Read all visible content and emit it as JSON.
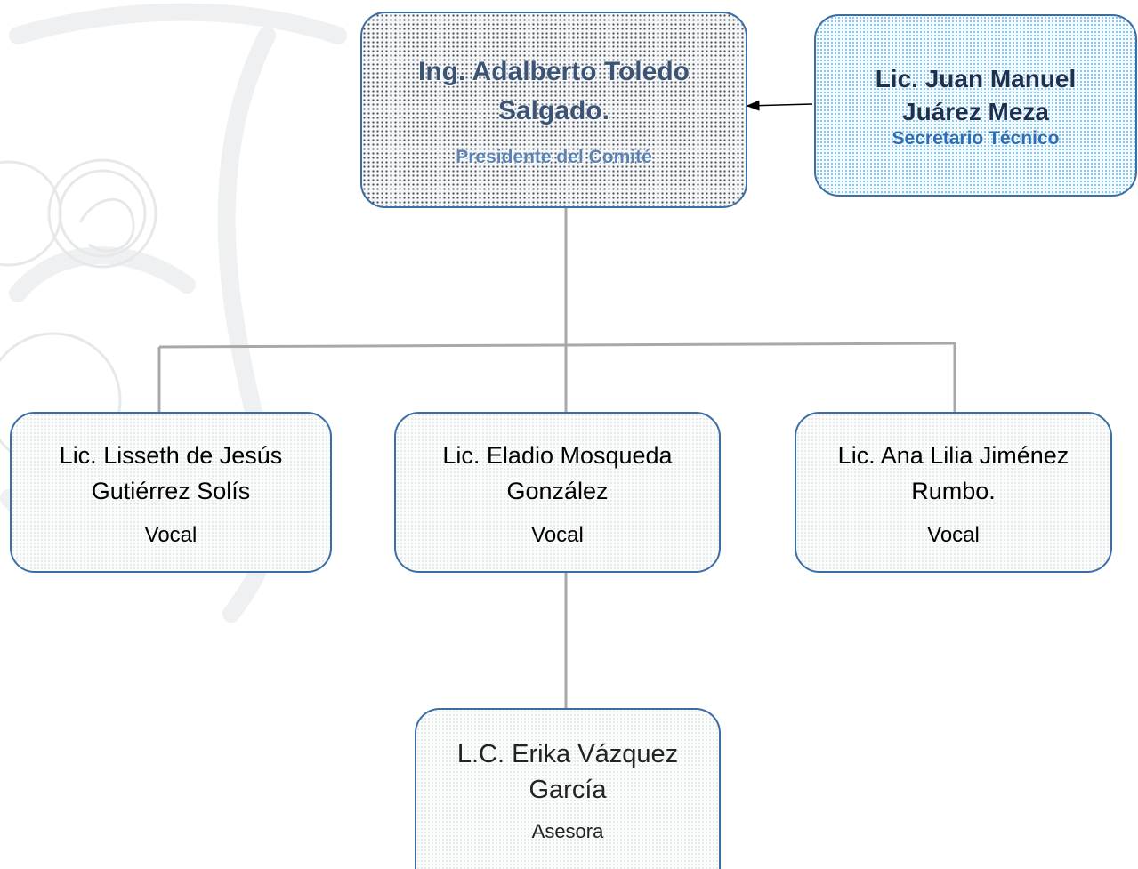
{
  "org_chart": {
    "president": {
      "name": "Ing. Adalberto Toledo Salgado.",
      "role": "Presidente del Comité"
    },
    "secretary": {
      "name": "Lic. Juan Manuel Juárez Meza",
      "role": "Secretario Técnico"
    },
    "vocals": [
      {
        "name": "Lic. Lisseth de Jesús Gutiérrez Solís",
        "role": "Vocal"
      },
      {
        "name": "Lic. Eladio Mosqueda González",
        "role": "Vocal"
      },
      {
        "name": "Lic. Ana Lilia Jiménez Rumbo.",
        "role": "Vocal"
      }
    ],
    "advisor": {
      "name": "L.C. Erika Vázquez García",
      "role": "Asesora"
    }
  },
  "colors": {
    "box_border": "#3a6ea5",
    "connector": "#a8a8a8",
    "president_title": "#3b5374",
    "president_role": "#5b83b6",
    "secretary_title": "#1b3154",
    "secretary_role": "#2a6fb5"
  }
}
